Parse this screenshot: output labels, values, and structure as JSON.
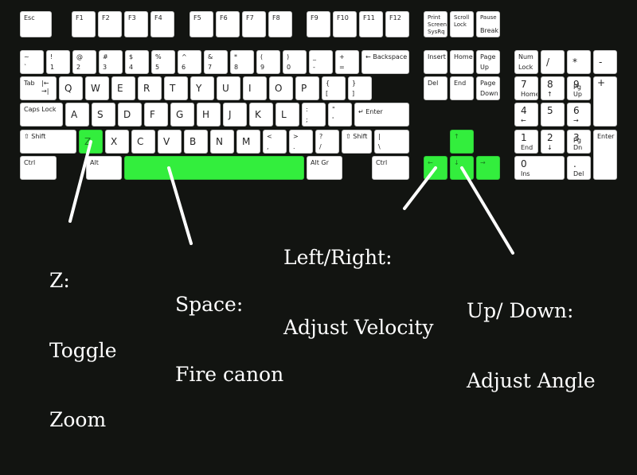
{
  "colors": {
    "background": "#121411",
    "key": "#ffffff",
    "highlight": "#33ee3d",
    "line": "#ffffff"
  },
  "keys": {
    "esc": "Esc",
    "f1": "F1",
    "f2": "F2",
    "f3": "F3",
    "f4": "F4",
    "f5": "F5",
    "f6": "F6",
    "f7": "F7",
    "f8": "F8",
    "f9": "F9",
    "f10": "F10",
    "f11": "F11",
    "f12": "F12",
    "prtsc": [
      "Print",
      "Screen",
      "SysRq"
    ],
    "scroll": [
      "Scroll",
      "Lock"
    ],
    "pause": [
      "Pause",
      "Break"
    ],
    "tilde": [
      "~",
      "`"
    ],
    "k1": [
      "!",
      "1"
    ],
    "k2": [
      "@",
      "2"
    ],
    "k3": [
      "#",
      "3"
    ],
    "k4": [
      "$",
      "4"
    ],
    "k5": [
      "%",
      "5"
    ],
    "k6": [
      "^",
      "6"
    ],
    "k7": [
      "&",
      "7"
    ],
    "k8": [
      "*",
      "8"
    ],
    "k9": [
      "(",
      "9"
    ],
    "k0": [
      ")",
      "0"
    ],
    "minus": [
      "_",
      "-"
    ],
    "equal": [
      "+",
      "="
    ],
    "backspace": "← Backspace",
    "insert": "Insert",
    "home": "Home",
    "pgup": [
      "Page",
      "Up"
    ],
    "numlock": [
      "Num",
      "Lock"
    ],
    "npdiv": "/",
    "npmul": "*",
    "npminus": "-",
    "tab": [
      "Tab",
      "|←",
      "→|"
    ],
    "q": "Q",
    "w": "W",
    "e": "E",
    "r": "R",
    "t": "T",
    "y": "Y",
    "u": "U",
    "i": "I",
    "o": "O",
    "p": "P",
    "lbracket": [
      "{",
      "["
    ],
    "rbracket": [
      "}",
      "]"
    ],
    "backslash": [
      "|",
      "\\"
    ],
    "delete": "Del",
    "end": "End",
    "pgdn": [
      "Page",
      "Down"
    ],
    "np7": [
      "7",
      "Home"
    ],
    "np8": [
      "8",
      "↑"
    ],
    "np9": [
      "9",
      "Pg Up"
    ],
    "npplus": "+",
    "caps": "Caps Lock",
    "a": "A",
    "s": "S",
    "d": "D",
    "f": "F",
    "g": "G",
    "h": "H",
    "j": "J",
    "k": "K",
    "l": "L",
    "semicolon": [
      ":",
      ";"
    ],
    "quote": [
      "\"",
      "'"
    ],
    "enter": "↵ Enter",
    "np4": [
      "4",
      "←"
    ],
    "np5": [
      "5",
      ""
    ],
    "np6": [
      "6",
      "→"
    ],
    "lshift": "⇧ Shift",
    "z": "Z",
    "x": "X",
    "c": "C",
    "v": "V",
    "b": "B",
    "n": "N",
    "m": "M",
    "comma": [
      "<",
      ","
    ],
    "period": [
      ">",
      "."
    ],
    "slash": [
      "?",
      "/"
    ],
    "rshift": "⇧ Shift",
    "up": "↑",
    "np1": [
      "1",
      "End"
    ],
    "np2": [
      "2",
      "↓"
    ],
    "np3": [
      "3",
      "Pg Dn"
    ],
    "npenter": "Enter",
    "lctrl": "Ctrl",
    "lalt": "Alt",
    "space": "",
    "altgr": "Alt Gr",
    "rctrl": "Ctrl",
    "left": "←",
    "down": "↓",
    "right": "→",
    "np0": [
      "0",
      "Ins"
    ],
    "npdot": [
      ".",
      "Del"
    ]
  },
  "captions": {
    "z": [
      "Z:",
      "Toggle",
      "Zoom"
    ],
    "space": [
      "Space:",
      "Fire canon"
    ],
    "leftright": [
      "Left/Right:",
      "Adjust Velocity"
    ],
    "updown": [
      "Up/ Down:",
      "Adjust Angle"
    ]
  }
}
